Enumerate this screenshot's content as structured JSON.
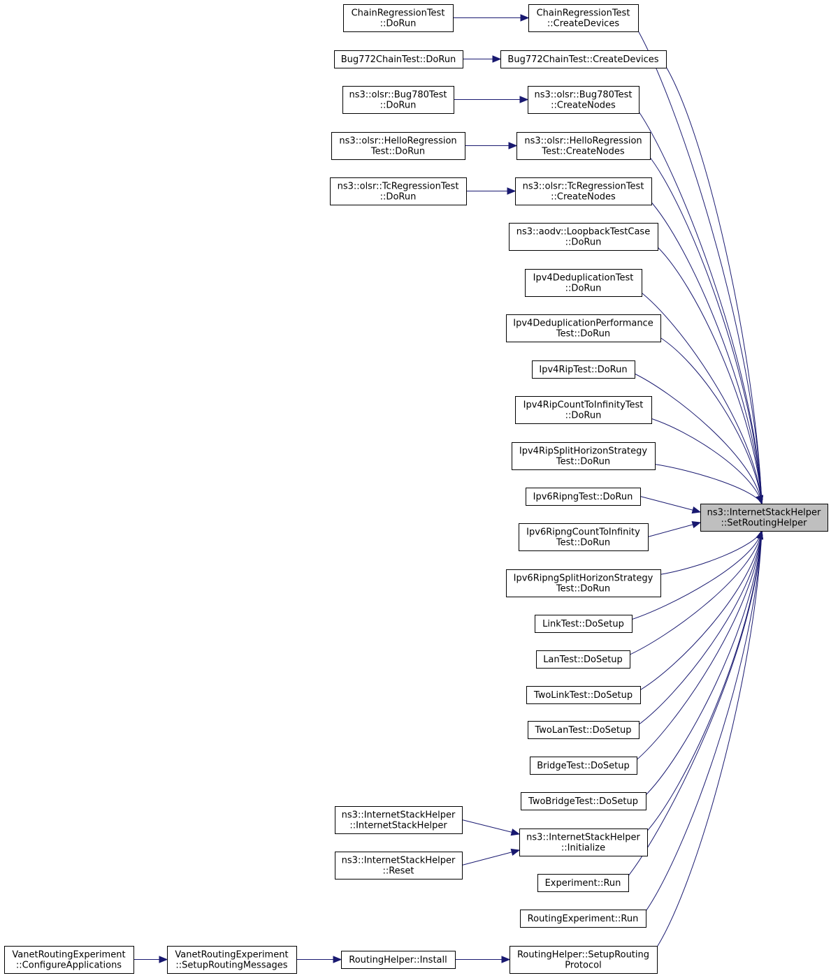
{
  "diagram": {
    "type": "doxygen-caller-graph",
    "target": {
      "id": "target",
      "lines": [
        "ns3::InternetStackHelper",
        "::SetRoutingHelper"
      ]
    },
    "nodes": [
      {
        "id": "crt_create",
        "lines": [
          "ChainRegressionTest",
          "::CreateDevices"
        ]
      },
      {
        "id": "crt_dorun",
        "lines": [
          "ChainRegressionTest",
          "::DoRun"
        ]
      },
      {
        "id": "bug772_create",
        "lines": [
          "Bug772ChainTest::CreateDevices"
        ]
      },
      {
        "id": "bug772_dorun",
        "lines": [
          "Bug772ChainTest::DoRun"
        ]
      },
      {
        "id": "bug780_create",
        "lines": [
          "ns3::olsr::Bug780Test",
          "::CreateNodes"
        ]
      },
      {
        "id": "bug780_dorun",
        "lines": [
          "ns3::olsr::Bug780Test",
          "::DoRun"
        ]
      },
      {
        "id": "hello_create",
        "lines": [
          "ns3::olsr::HelloRegression",
          "Test::CreateNodes"
        ]
      },
      {
        "id": "hello_dorun",
        "lines": [
          "ns3::olsr::HelloRegression",
          "Test::DoRun"
        ]
      },
      {
        "id": "tc_create",
        "lines": [
          "ns3::olsr::TcRegressionTest",
          "::CreateNodes"
        ]
      },
      {
        "id": "tc_dorun",
        "lines": [
          "ns3::olsr::TcRegressionTest",
          "::DoRun"
        ]
      },
      {
        "id": "aodv_loopback",
        "lines": [
          "ns3::aodv::LoopbackTestCase",
          "::DoRun"
        ]
      },
      {
        "id": "ipv4dedup",
        "lines": [
          "Ipv4DeduplicationTest",
          "::DoRun"
        ]
      },
      {
        "id": "ipv4dedupperf",
        "lines": [
          "Ipv4DeduplicationPerformance",
          "Test::DoRun"
        ]
      },
      {
        "id": "ipv4rip",
        "lines": [
          "Ipv4RipTest::DoRun"
        ]
      },
      {
        "id": "ipv4ripcount",
        "lines": [
          "Ipv4RipCountToInfinityTest",
          "::DoRun"
        ]
      },
      {
        "id": "ipv4ripsplit",
        "lines": [
          "Ipv4RipSplitHorizonStrategy",
          "Test::DoRun"
        ]
      },
      {
        "id": "ipv6ripng",
        "lines": [
          "Ipv6RipngTest::DoRun"
        ]
      },
      {
        "id": "ipv6ripngcount",
        "lines": [
          "Ipv6RipngCountToInfinity",
          "Test::DoRun"
        ]
      },
      {
        "id": "ipv6ripngsplit",
        "lines": [
          "Ipv6RipngSplitHorizonStrategy",
          "Test::DoRun"
        ]
      },
      {
        "id": "linktest",
        "lines": [
          "LinkTest::DoSetup"
        ]
      },
      {
        "id": "lantest",
        "lines": [
          "LanTest::DoSetup"
        ]
      },
      {
        "id": "twolinktest",
        "lines": [
          "TwoLinkTest::DoSetup"
        ]
      },
      {
        "id": "twolantest",
        "lines": [
          "TwoLanTest::DoSetup"
        ]
      },
      {
        "id": "bridgetest",
        "lines": [
          "BridgeTest::DoSetup"
        ]
      },
      {
        "id": "twobridgetest",
        "lines": [
          "TwoBridgeTest::DoSetup"
        ]
      },
      {
        "id": "ish_initialize",
        "lines": [
          "ns3::InternetStackHelper",
          "::Initialize"
        ]
      },
      {
        "id": "ish_ctor",
        "lines": [
          "ns3::InternetStackHelper",
          "::InternetStackHelper"
        ]
      },
      {
        "id": "ish_reset",
        "lines": [
          "ns3::InternetStackHelper",
          "::Reset"
        ]
      },
      {
        "id": "experiment_run",
        "lines": [
          "Experiment::Run"
        ]
      },
      {
        "id": "routingexp_run",
        "lines": [
          "RoutingExperiment::Run"
        ]
      },
      {
        "id": "rh_setup",
        "lines": [
          "RoutingHelper::SetupRouting",
          "Protocol"
        ]
      },
      {
        "id": "rh_install",
        "lines": [
          "RoutingHelper::Install"
        ]
      },
      {
        "id": "vre_setupmsgs",
        "lines": [
          "VanetRoutingExperiment",
          "::SetupRoutingMessages"
        ]
      },
      {
        "id": "vre_configapps",
        "lines": [
          "VanetRoutingExperiment",
          "::ConfigureApplications"
        ]
      }
    ],
    "edges": [
      {
        "from": "crt_create",
        "to": "target"
      },
      {
        "from": "crt_dorun",
        "to": "crt_create"
      },
      {
        "from": "bug772_create",
        "to": "target"
      },
      {
        "from": "bug772_dorun",
        "to": "bug772_create"
      },
      {
        "from": "bug780_create",
        "to": "target"
      },
      {
        "from": "bug780_dorun",
        "to": "bug780_create"
      },
      {
        "from": "hello_create",
        "to": "target"
      },
      {
        "from": "hello_dorun",
        "to": "hello_create"
      },
      {
        "from": "tc_create",
        "to": "target"
      },
      {
        "from": "tc_dorun",
        "to": "tc_create"
      },
      {
        "from": "aodv_loopback",
        "to": "target"
      },
      {
        "from": "ipv4dedup",
        "to": "target"
      },
      {
        "from": "ipv4dedupperf",
        "to": "target"
      },
      {
        "from": "ipv4rip",
        "to": "target"
      },
      {
        "from": "ipv4ripcount",
        "to": "target"
      },
      {
        "from": "ipv4ripsplit",
        "to": "target"
      },
      {
        "from": "ipv6ripng",
        "to": "target"
      },
      {
        "from": "ipv6ripngcount",
        "to": "target"
      },
      {
        "from": "ipv6ripngsplit",
        "to": "target"
      },
      {
        "from": "linktest",
        "to": "target"
      },
      {
        "from": "lantest",
        "to": "target"
      },
      {
        "from": "twolinktest",
        "to": "target"
      },
      {
        "from": "twolantest",
        "to": "target"
      },
      {
        "from": "bridgetest",
        "to": "target"
      },
      {
        "from": "twobridgetest",
        "to": "target"
      },
      {
        "from": "ish_initialize",
        "to": "target"
      },
      {
        "from": "ish_ctor",
        "to": "ish_initialize"
      },
      {
        "from": "ish_reset",
        "to": "ish_initialize"
      },
      {
        "from": "experiment_run",
        "to": "target"
      },
      {
        "from": "routingexp_run",
        "to": "target"
      },
      {
        "from": "rh_setup",
        "to": "target"
      },
      {
        "from": "rh_install",
        "to": "rh_setup"
      },
      {
        "from": "vre_setupmsgs",
        "to": "rh_install"
      },
      {
        "from": "vre_configapps",
        "to": "vre_setupmsgs"
      }
    ],
    "colors": {
      "edge": "#191970",
      "node_border": "#000000",
      "node_fill": "#ffffff",
      "target_fill": "#bfbfbf"
    }
  }
}
